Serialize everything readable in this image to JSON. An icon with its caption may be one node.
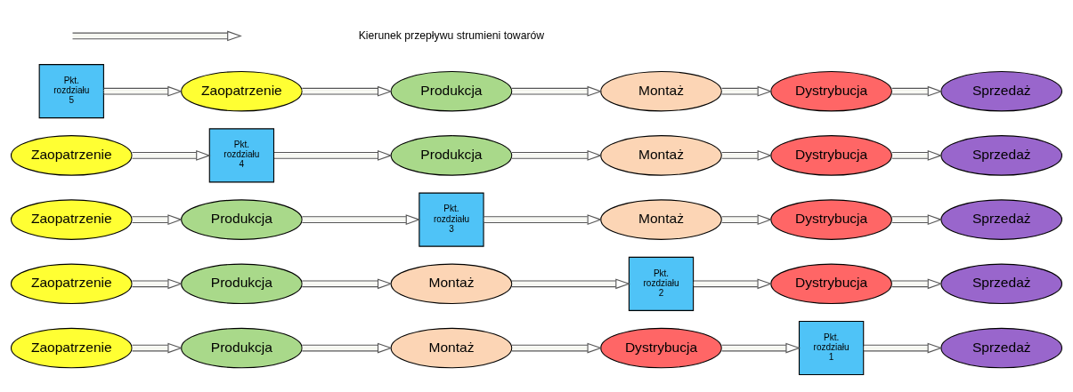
{
  "diagram": {
    "nodes": [
      {
        "text": [
          "Zaopatrzenie"
        ]
      },
      {
        "text": [
          "Produkcja"
        ]
      },
      {
        "text": [
          "Montaż"
        ]
      },
      {
        "text": [
          "Dystrybucja"
        ]
      },
      {
        "text": [
          "Pkt. rozdziału 1"
        ]
      },
      {
        "text": [
          "Sprzedaż"
        ]
      },
      {
        "text": [
          "Zaopatrzenie"
        ]
      },
      {
        "text": [
          "Produkcja"
        ]
      },
      {
        "text": [
          "Montaż"
        ]
      },
      {
        "text": [
          "Pkt. rozdziału 2"
        ]
      },
      {
        "text": [
          "Dystrybucja"
        ]
      },
      {
        "text": [
          "Sprzedaż"
        ]
      },
      {
        "text": [
          "Zaopatrzenie"
        ]
      },
      {
        "text": [
          "Produkcja"
        ]
      },
      {
        "text": [
          "Pkt. rozdziału 3"
        ]
      },
      {
        "text": [
          "Montaż"
        ]
      },
      {
        "text": [
          "Dystrybucja"
        ]
      },
      {
        "text": [
          "Sprzedaż"
        ]
      },
      {
        "text": [
          "Zaopatrzenie"
        ]
      },
      {
        "text": [
          "Pkt. rozdziału 4"
        ]
      },
      {
        "text": [
          "Produkcja"
        ]
      },
      {
        "text": [
          "Montaż"
        ]
      },
      {
        "text": [
          "Dystrybucja"
        ]
      },
      {
        "text": [
          "Sprzedaż"
        ]
      },
      {
        "text": [
          "Pkt. rozdziału 5"
        ]
      },
      {
        "text": [
          "Zaopatrzenie"
        ]
      },
      {
        "text": [
          "Produkcja"
        ]
      },
      {
        "text": [
          "Montaż"
        ]
      },
      {
        "text": [
          "Dystrybucja"
        ]
      },
      {
        "text": [
          "Sprzedaż"
        ]
      }
    ],
    "edges": [
      {
        "from": 0,
        "to": 1,
        "arrow": "to"
      },
      {
        "from": 1,
        "to": 2,
        "arrow": "to"
      },
      {
        "from": 2,
        "to": 3,
        "arrow": "to"
      },
      {
        "from": 3,
        "to": 4,
        "arrow": "to"
      },
      {
        "from": 4,
        "to": 5,
        "arrow": "to"
      },
      {
        "from": 6,
        "to": 7,
        "arrow": "to"
      },
      {
        "from": 7,
        "to": 8,
        "arrow": "to"
      },
      {
        "from": 8,
        "to": 9,
        "arrow": "to"
      },
      {
        "from": 9,
        "to": 10,
        "arrow": "to"
      },
      {
        "from": 10,
        "to": 11,
        "arrow": "to"
      },
      {
        "from": 12,
        "to": 13,
        "arrow": "to"
      },
      {
        "from": 13,
        "to": 14,
        "arrow": "to"
      },
      {
        "from": 14,
        "to": 15,
        "arrow": "to"
      },
      {
        "from": 15,
        "to": 16,
        "arrow": "to"
      },
      {
        "from": 16,
        "to": 17,
        "arrow": "to"
      },
      {
        "from": 18,
        "to": 19,
        "arrow": "to"
      },
      {
        "from": 19,
        "to": 20,
        "arrow": "to"
      },
      {
        "from": 20,
        "to": 21,
        "arrow": "to"
      },
      {
        "from": 21,
        "to": 22,
        "arrow": "to"
      },
      {
        "from": 22,
        "to": 23,
        "arrow": "to"
      },
      {
        "from": 24,
        "to": 25,
        "arrow": "to"
      },
      {
        "from": 25,
        "to": 26,
        "arrow": "to"
      },
      {
        "from": 26,
        "to": 27,
        "arrow": "to"
      },
      {
        "from": 27,
        "to": 28,
        "arrow": "to"
      },
      {
        "from": 28,
        "to": 29,
        "arrow": "to"
      }
    ],
    "legend": [
      {
        "text": "Kierunek przepływu strumieni towarów"
      }
    ]
  }
}
